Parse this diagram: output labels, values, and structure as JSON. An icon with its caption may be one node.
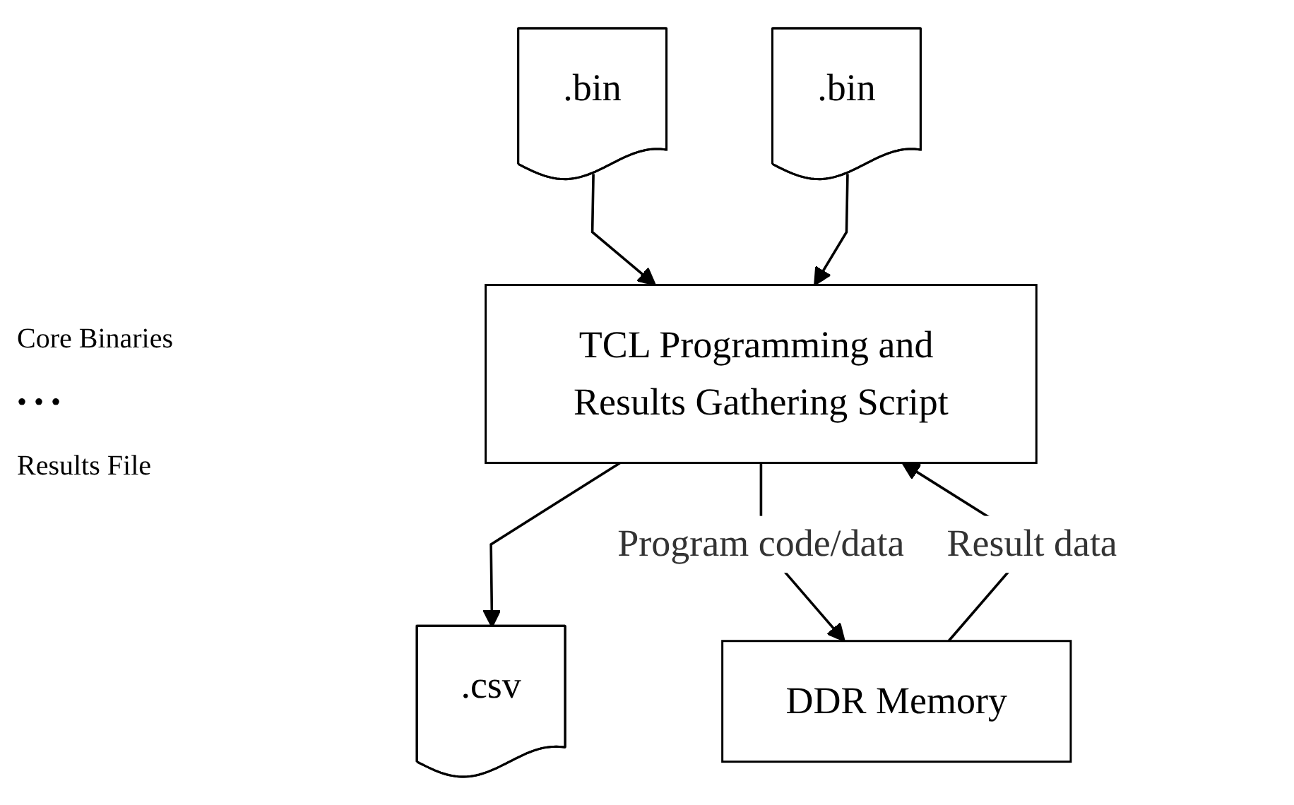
{
  "diagram": {
    "nodes": [
      {
        "text": [
          ".bin"
        ]
      },
      {
        "text": [
          ".bin"
        ]
      },
      {
        "text": [
          ".csv"
        ]
      },
      {
        "text": [
          "TCL Programming and Results Gathering Script"
        ]
      },
      {
        "text": [
          "DDR Memory"
        ]
      }
    ],
    "edges": [
      {
        "from": 0,
        "to": 3,
        "arrow": "to"
      },
      {
        "from": 1,
        "to": 3,
        "arrow": "to"
      },
      {
        "from": 3,
        "to": 2,
        "arrow": "to"
      },
      {
        "from": 3,
        "to": 4,
        "arrow": "to",
        "label": "Program code/data"
      },
      {
        "from": 4,
        "to": 3,
        "arrow": "to",
        "label": "Result data"
      }
    ],
    "labels": [
      "Core Binaries",
      "• • •",
      "Results File"
    ]
  }
}
